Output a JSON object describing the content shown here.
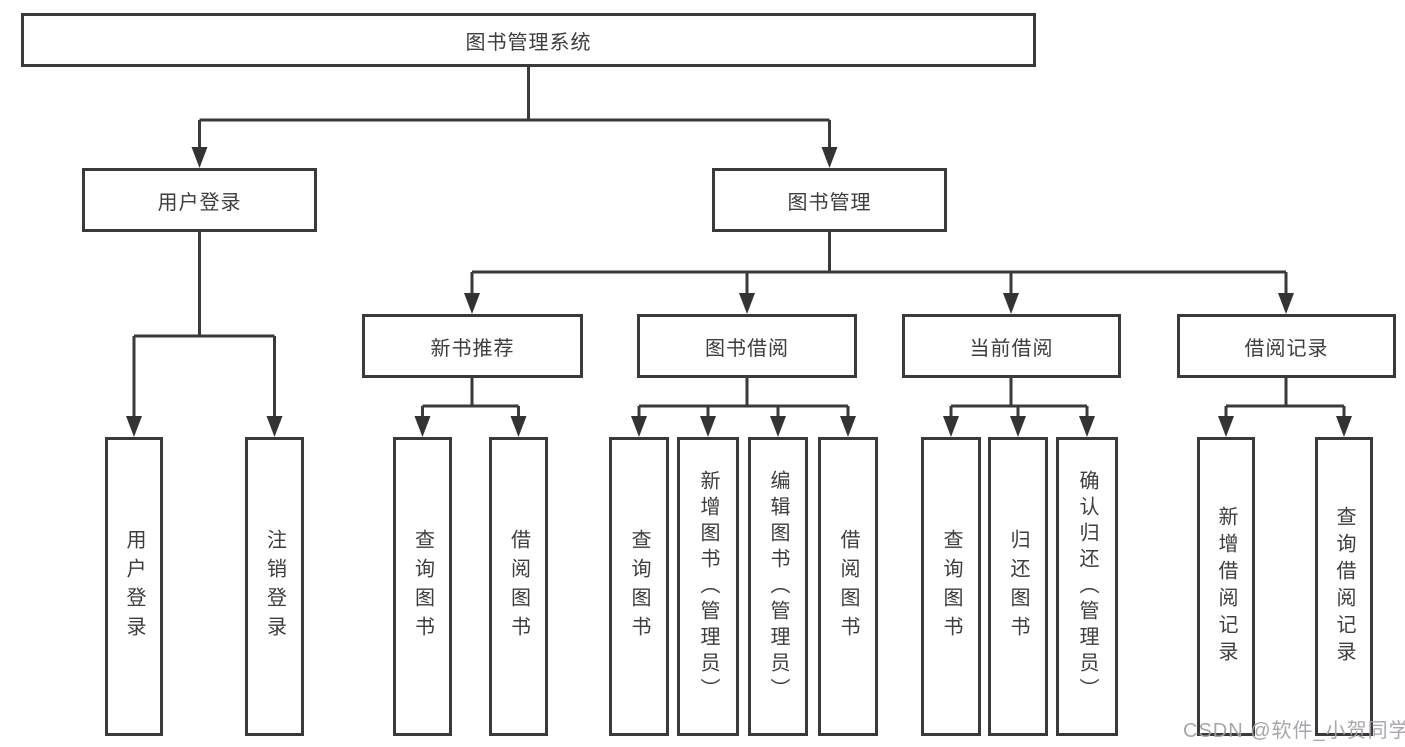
{
  "tree": {
    "root": {
      "label": "图书管理系统"
    },
    "branches": [
      {
        "label": "用户登录",
        "children": [
          {
            "label": "用户登录"
          },
          {
            "label": "注销登录"
          }
        ]
      },
      {
        "label": "图书管理",
        "children": [
          {
            "label": "新书推荐",
            "children": [
              {
                "label": "查询图书"
              },
              {
                "label": "借阅图书"
              }
            ]
          },
          {
            "label": "图书借阅",
            "children": [
              {
                "label": "查询图书"
              },
              {
                "label": "新增图书（管理员）"
              },
              {
                "label": "编辑图书（管理员）"
              },
              {
                "label": "借阅图书"
              }
            ]
          },
          {
            "label": "当前借阅",
            "children": [
              {
                "label": "查询图书"
              },
              {
                "label": "归还图书"
              },
              {
                "label": "确认归还（管理员）"
              }
            ]
          },
          {
            "label": "借阅记录",
            "children": [
              {
                "label": "新增借阅记录"
              },
              {
                "label": "查询借阅记录"
              }
            ]
          }
        ]
      }
    ]
  },
  "watermark": {
    "text": "CSDN @软件_小贺同学"
  },
  "colors": {
    "line": "#3a3a3a",
    "text": "#3d3d3d",
    "background": "#ffffff",
    "watermark": "#a5a0a8"
  }
}
